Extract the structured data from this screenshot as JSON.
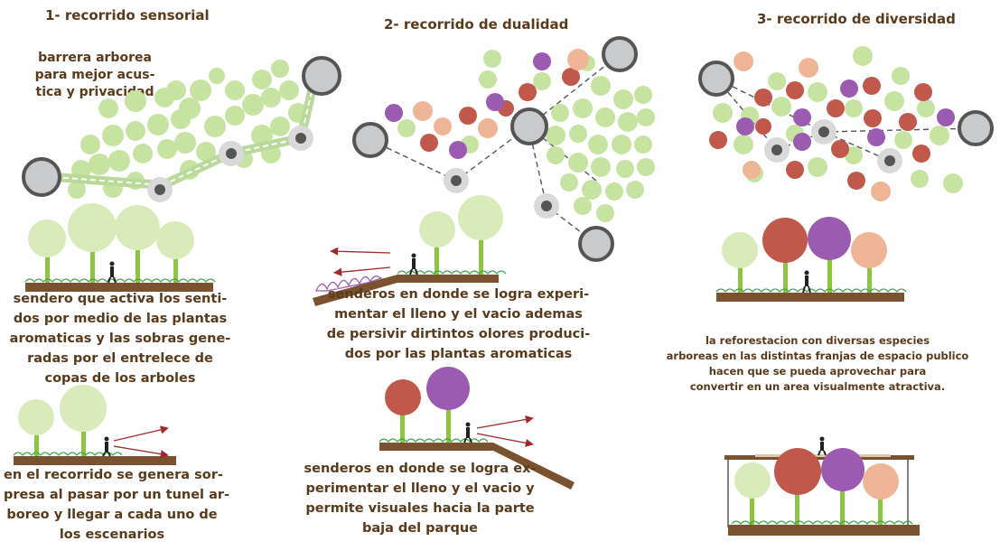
{
  "colors": {
    "green": "#c7e3a2",
    "green_dark": "#9ccb6b",
    "trunk": "#8cc63f",
    "ground": "#7a5230",
    "red": "#c0584c",
    "purple": "#9a5bb0",
    "peach": "#eeb596",
    "node_gray": "#c9cacc",
    "node_ring": "#555555",
    "text": "#5a3a1c",
    "arrow": "#a0282a",
    "grass": "#3aa64a"
  },
  "sections": [
    {
      "title": "1-   recorrido sensorial",
      "label_lines": [
        "barrera arborea",
        "para mejor acus-",
        "tica y privacidad"
      ],
      "desc1_lines": [
        "sendero que activa los senti-",
        "dos por medio de las plantas",
        "aromaticas y las sobras gene-",
        "radas por el entrelece de",
        "copas de los arboles"
      ],
      "desc2_lines": [
        "en el recorrido se genera sor-",
        "presa al pasar por un tunel ar-",
        "boreo y llegar a cada uno de",
        "los escenarios"
      ]
    },
    {
      "title": "2-   recorrido de dualidad",
      "desc1_lines": [
        "senderos en donde se logra experi-",
        "mentar el lleno y el vacio ademas",
        "de persivir dirtintos olores produci-",
        "dos por las plantas aromaticas"
      ],
      "desc2_lines": [
        "senderos en donde se logra ex-",
        "perimentar el lleno y el vacio y",
        "permite visuales hacia la parte",
        "baja del parque"
      ]
    },
    {
      "title": "3-   recorrido de diversidad",
      "desc1_lines": [
        "la reforestacion con diversas especies",
        "arboreas en las distintas franjas de espacio publico",
        "hacen que se pueda aprovechar para",
        "convertir en un area visualmente atractiva."
      ]
    }
  ]
}
